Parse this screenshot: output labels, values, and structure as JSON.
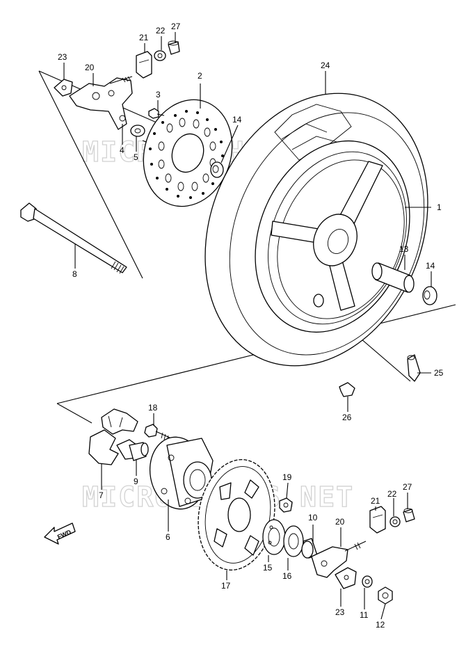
{
  "watermark": "MICROFICHES.NET",
  "direction_label": "FWD",
  "callouts": [
    "1",
    "2",
    "3",
    "4",
    "5",
    "6",
    "7",
    "8",
    "9",
    "10",
    "11",
    "12",
    "13",
    "14",
    "14",
    "15",
    "16",
    "17",
    "18",
    "19",
    "20",
    "20",
    "21",
    "21",
    "22",
    "22",
    "23",
    "23",
    "24",
    "25",
    "26",
    "27",
    "27"
  ]
}
